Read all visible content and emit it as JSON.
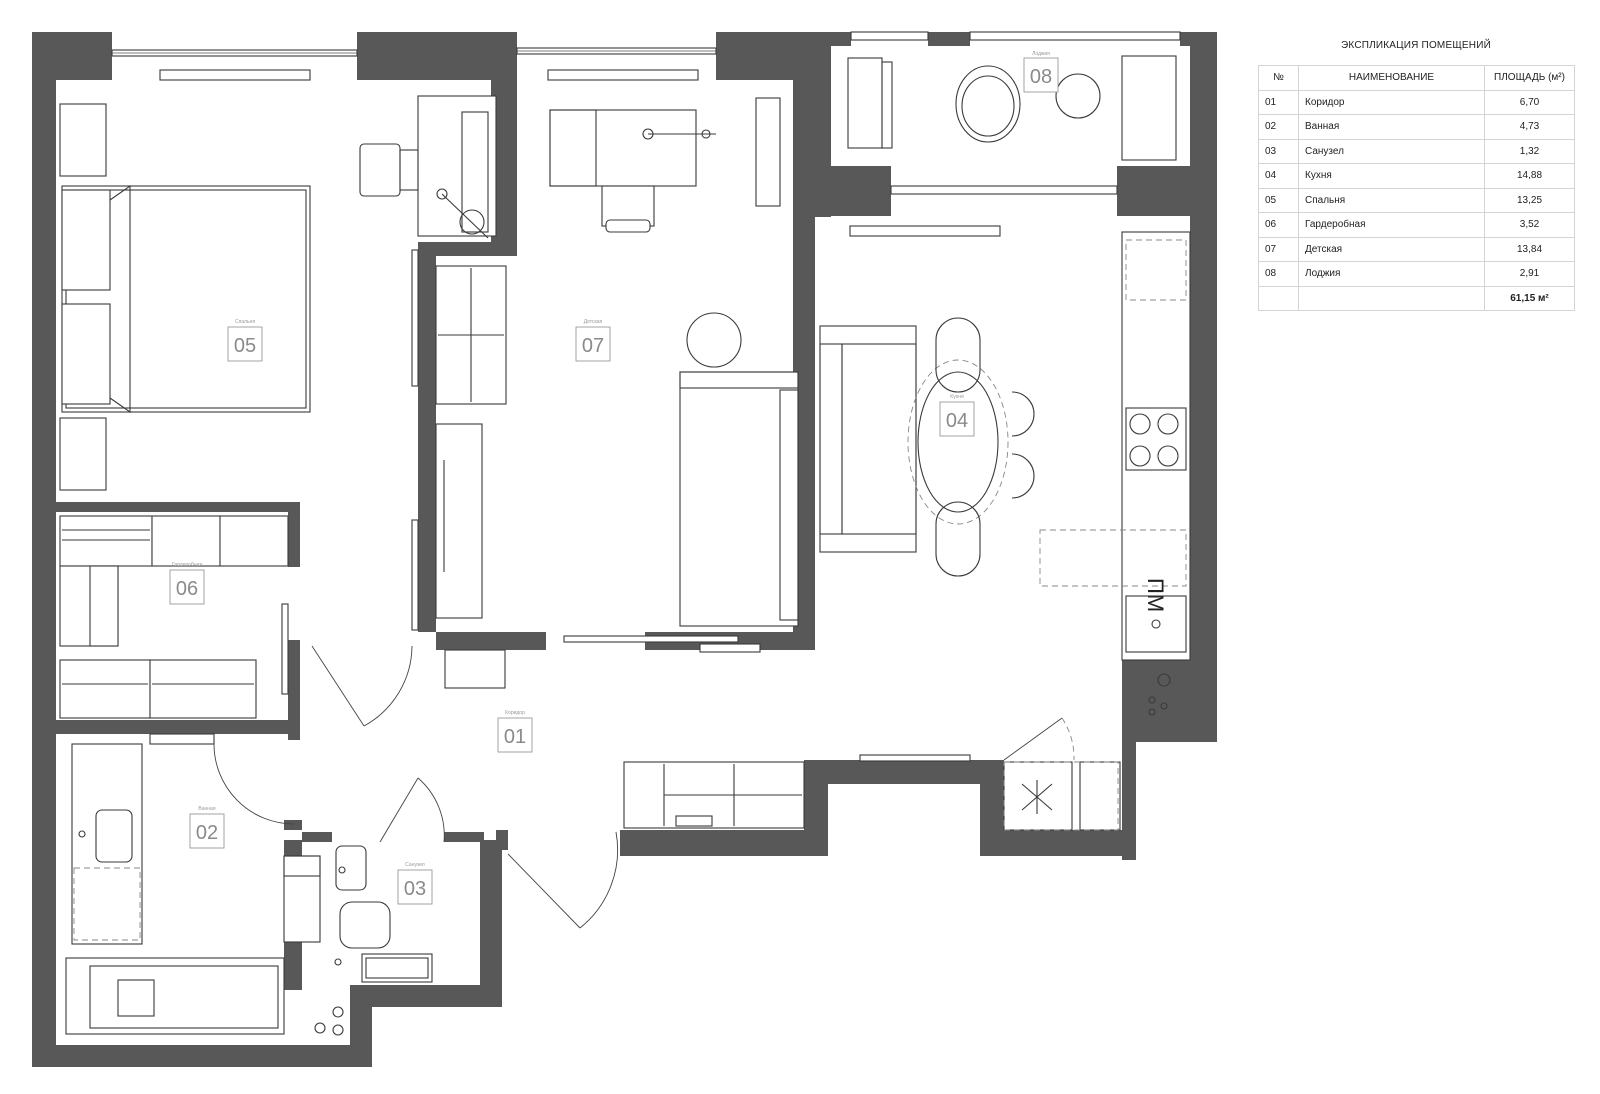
{
  "legend": {
    "title": "ЭКСПЛИКАЦИЯ ПОМЕЩЕНИЙ",
    "columns": [
      "№",
      "НАИМЕНОВАНИЕ",
      "ПЛОЩАДЬ (м²)"
    ],
    "rows": [
      {
        "num": "01",
        "name": "Коридор",
        "area": "6,70"
      },
      {
        "num": "02",
        "name": "Ванная",
        "area": "4,73"
      },
      {
        "num": "03",
        "name": "Санузел",
        "area": "1,32"
      },
      {
        "num": "04",
        "name": "Кухня",
        "area": "14,88"
      },
      {
        "num": "05",
        "name": "Спальня",
        "area": "13,25"
      },
      {
        "num": "06",
        "name": "Гардеробная",
        "area": "3,52"
      },
      {
        "num": "07",
        "name": "Детская",
        "area": "13,84"
      },
      {
        "num": "08",
        "name": "Лоджия",
        "area": "2,91"
      }
    ],
    "total": "61,15 м²"
  },
  "rooms": {
    "r01": {
      "num": "01",
      "name": "Коридор"
    },
    "r02": {
      "num": "02",
      "name": "Ванная"
    },
    "r03": {
      "num": "03",
      "name": "Санузел"
    },
    "r04": {
      "num": "04",
      "name": "Кухня"
    },
    "r05": {
      "num": "05",
      "name": "Спальня"
    },
    "r06": {
      "num": "06",
      "name": "Гардеробная"
    },
    "r07": {
      "num": "07",
      "name": "Детская"
    },
    "r08": {
      "num": "08",
      "name": "Лоджия"
    }
  },
  "kitchen_label": "ПМ",
  "colors": {
    "wall": "#585858",
    "line": "#3a3a3a"
  }
}
